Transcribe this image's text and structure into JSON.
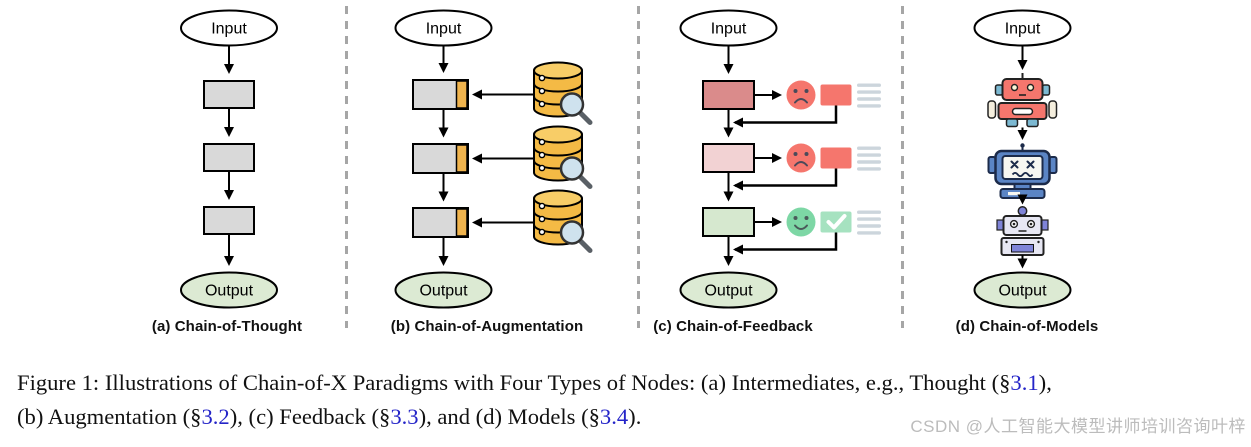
{
  "panels": [
    {
      "label": "(a) Chain-of-Thought",
      "input": "Input",
      "output": "Output"
    },
    {
      "label": "(b) Chain-of-Augmentation",
      "input": "Input",
      "output": "Output"
    },
    {
      "label": "(c) Chain-of-Feedback",
      "input": "Input",
      "output": "Output"
    },
    {
      "label": "(d) Chain-of-Models",
      "input": "Input",
      "output": "Output"
    }
  ],
  "caption": {
    "segments": [
      {
        "text": "Figure 1: Illustrations of Chain-of-X Paradigms with Four Types of Nodes: (a) Intermediates, e.g., Thought (§",
        "type": "text"
      },
      {
        "text": "3.1",
        "type": "link"
      },
      {
        "text": "),",
        "type": "text"
      },
      {
        "text": "(b) Augmentation (§",
        "type": "text"
      },
      {
        "text": "3.2",
        "type": "link"
      },
      {
        "text": "), (c) Feedback (§",
        "type": "text"
      },
      {
        "text": "3.3",
        "type": "link"
      },
      {
        "text": "), and (d) Models (§",
        "type": "text"
      },
      {
        "text": "3.4",
        "type": "link"
      },
      {
        "text": ").",
        "type": "text"
      }
    ]
  },
  "watermark": "CSDN @人工智能大模型讲师培训咨询叶梓",
  "icons": {
    "database-icon": "stacked yellow cylinder",
    "magnifier-icon": "🔍",
    "sad-face-icon": "☹",
    "happy-face-icon": "☺",
    "feedback-note-icon": "red rectangle",
    "check-icon": "✓",
    "text-lines-icon": "≡",
    "robot-red-icon": "🤖",
    "robot-blue-icon": "🤖",
    "robot-purple-icon": "🤖"
  },
  "colors": {
    "box-gray": "#d9d9d9",
    "output-green": "#dcead3",
    "augment-orange": "#f0b44e",
    "fb-red-dark": "#da8b8b",
    "fb-red-light": "#f2d2d3",
    "fb-green": "#d6e8cf",
    "face-red": "#f5766d",
    "face-green": "#7dd7a5",
    "note-red": "#f5766d",
    "check-green": "#a6e2c0",
    "lines-gray": "#ccd5dc",
    "db-yellow": "#f4ba45",
    "db-yellow-light": "#f8cd67",
    "lens-blue": "#cfe2ee",
    "handle-gray": "#5a6066",
    "robot-red": "#f5766d",
    "robot-teal": "#7cb9d2",
    "robot-cream": "#f4eedd",
    "robot-blue": "#5b85c5",
    "robot-navy": "#1c2b4a",
    "robot-screen": "#f7f7f1",
    "robot-lav": "#e7e7f3",
    "robot-purple": "#7f84d8",
    "divider-gray": "#a6a6a6",
    "link-blue": "#2424c8",
    "ink": "#111111",
    "watermark-gray": "#bcbcbc"
  }
}
